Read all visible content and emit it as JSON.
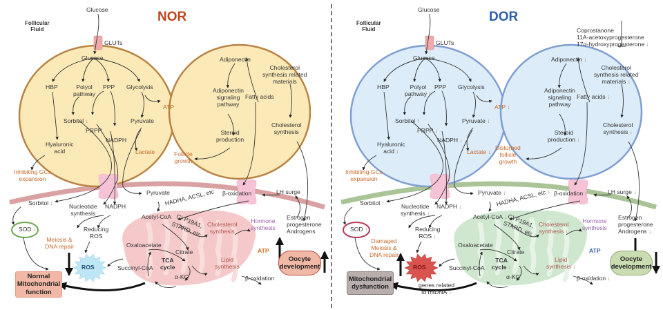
{
  "panels": {
    "nor": {
      "title": "NOR",
      "title_color": "#c0461e",
      "follicular_fluid": "Follicular\nFluid",
      "glucose_outside": "Glucose",
      "gluts": "GLUTs",
      "glucose_inside": "Glucose",
      "hbp": "HBP",
      "polyol": "Polyol\npathway",
      "ppp": "PPP",
      "glycolysis": "Glycolysis",
      "atp_cell": "ATP",
      "sorbitol_cell": "Sorbitol",
      "prpp": "PRPP",
      "nadph_cell": "NADPH",
      "pyruvate_cell": "Pyruvate",
      "lactate": "Lactate",
      "hyaluronic": "Hyaluronic\nacid",
      "inhibiting_gcs": "Inhibiting GCs\nexpansion",
      "adiponectin": "Adiponectin",
      "adipo_pathway": "Adiponectin\nsignaling\npathway",
      "fatty_acids": "Fatty acids",
      "chol_materials": "Cholesterol\nsynthesis related\nmaterials",
      "steroid": "Steroid\nproduction",
      "chol_synth_cell": "Cholesterol\nsynthesis",
      "follicle_growth": "Follicle\ngrowth",
      "pyruvate_oocyte": "Pyruvate",
      "beta_ox": "β-oxidation",
      "lh_surge": "LH surge",
      "sorbitol_oocyte": "Sorbitol",
      "nucleotide": "Nucleotide\nsynthesis",
      "nadph_oocyte": "NADPH",
      "hadha": "HADHA, ACSL, etc",
      "acetyl": "Acetyl-CoA",
      "cyp": "CYP19A1,",
      "stard": "STARD, etc",
      "chol_synth_mito": "Cholesterol\nsynthesis",
      "hormone": "Hormone\nsynthesis",
      "hormones_list": "Estrogen\nprogesterone\nAndrogens",
      "sod": "SOD",
      "meiosis": "Meiosis &\nDNA repair",
      "reducing_ros": "Reducing\nROS",
      "oxaloacetate": "Oxaloacetate",
      "citrate": "Citrate",
      "tca": "TCA\ncycle",
      "succinyl": "Succinyl-CoA",
      "akg": "α-KG",
      "lipid": "Lipid\nsynthesis",
      "atp_mito": "ATP",
      "ros": "ROS",
      "beta_ox2": "β-oxidation",
      "mito_function": "Normal\nMitochondrial\nfunction",
      "oocyte_dev": "Oocyte\ndevelopment",
      "cell_fill": "#fbe9b8",
      "cell_stroke": "#b98343",
      "membrane_color": "#d9a1a1",
      "mito_fill": "#f5c9c9",
      "ros_fill": "#bfe6f5",
      "mito_box_fill": "#f2b8a6",
      "oocyte_box_fill": "#f2b8a6"
    },
    "dor": {
      "title": "DOR",
      "title_color": "#2f5fa8",
      "follicular_fluid": "Follicular\nFluid",
      "glucose_outside": "Glucose",
      "gluts": "GLUTs",
      "glucose_inside": "Glucose",
      "coprostanone": "Coprostanone\n11A-acetoxyprogesterone\n17α-hydroxyprogesterone",
      "hbp": "HBP",
      "polyol": "Polyol\npathway",
      "ppp": "PPP",
      "glycolysis": "Glycolysis",
      "atp_cell": "ATP",
      "sorbitol_cell": "Sorbitol",
      "prpp": "PRPP",
      "nadph_cell": "NADPH",
      "pyruvate_cell": "Pyruvate",
      "lactate": "Lactate",
      "hyaluronic": "Hyaluronic\nacid",
      "inhibiting_gcs": "Inhibiting GCs\nexpansion",
      "adiponectin": "Adiponectin",
      "adipo_pathway": "Adiponectin\nsignaling\npathway",
      "fatty_acids": "Fatty acids",
      "chol_materials": "Cholesterol\nsynthesis related\nmaterials",
      "steroid": "Steroid\nproduction",
      "chol_synth_cell": "Cholesterol\nsynthesis",
      "follicle_growth": "Disturbed\nfollicle\ngrowth",
      "pyruvate_oocyte": "Pyruvate",
      "beta_ox": "β-oxidation",
      "lh_surge": "LH surge",
      "sorbitol_oocyte": "Sorbitol",
      "nucleotide": "Nucleotide\nsynthesis",
      "nadph_oocyte": "NADPH",
      "hadha": "HADHA, ACSL, etc",
      "acetyl": "Acetyl-CoA",
      "cyp": "CYP19A1,",
      "stard": "STARD, etc",
      "chol_synth_mito": "Cholesterol\nsynthesis",
      "hormone": "Hormone\nsynthesis",
      "hormones_list": "Estrogen\nprogesterone\nAndrogens",
      "sod": "SOD",
      "meiosis": "Damaged\nMeiosis &\nDNA repair",
      "reducing_ros": "Reducing\nROS",
      "oxaloacetate": "Oxaloacetate",
      "citrate": "Citrate",
      "tca": "TCA\ncycle",
      "succinyl": "Succinyl-CoA",
      "akg": "α-KG",
      "lipid": "Lipid\nsynthesis",
      "atp_mito": "ATP",
      "ros": "ROS",
      "beta_ox2": "β-oxidation",
      "mtdna": "genes related\nto mtDNA",
      "mito_function": "Mitochondrial\ndysfunction",
      "oocyte_dev": "Oocyte\ndevelopment",
      "cell_fill": "#dcecf8",
      "cell_stroke": "#7f9fd3",
      "membrane_color": "#a9c497",
      "mito_fill": "#cfe7cf",
      "ros_fill": "#d9534f",
      "mito_box_fill": "#b9aeae",
      "oocyte_box_fill": "#c9dcb2"
    }
  },
  "indicators": {
    "up": "↑",
    "down": "↓",
    "big_up": "⬆",
    "big_down": "⬇"
  }
}
